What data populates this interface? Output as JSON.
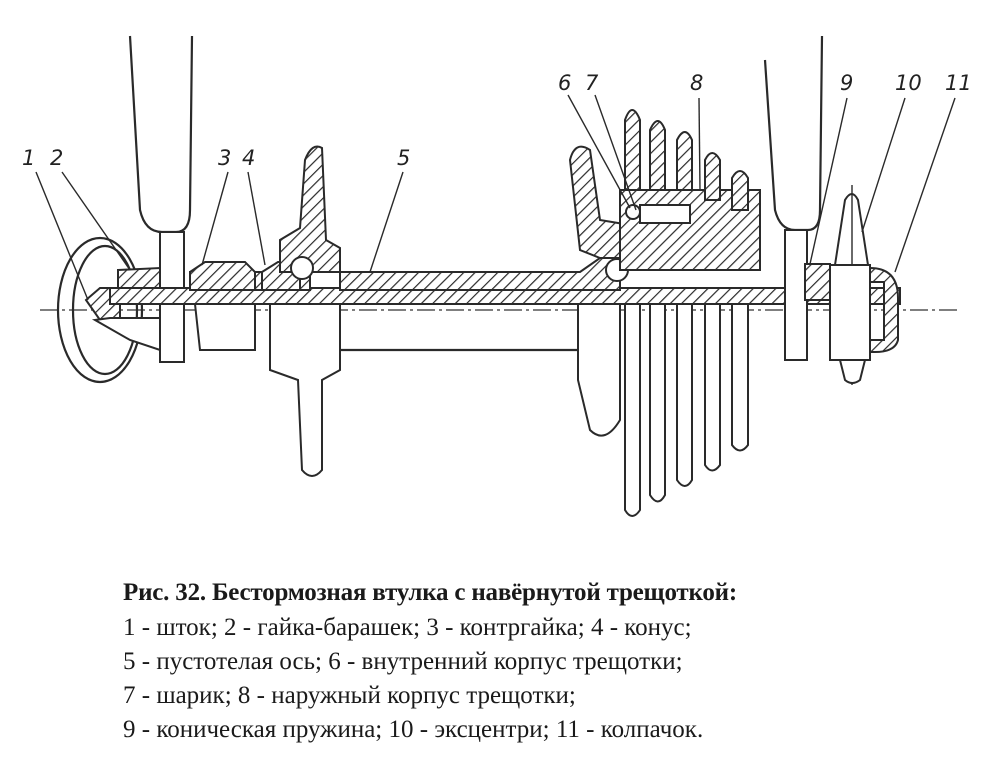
{
  "figure": {
    "labels": [
      "1",
      "2",
      "3",
      "4",
      "5",
      "6",
      "7",
      "8",
      "9",
      "10",
      "11"
    ]
  },
  "caption": {
    "title": "Рис. 32. Бестормозная втулка с навёрнутой трещоткой:",
    "lines": [
      "1 - шток; 2 - гайка-барашек; 3 - контргайка; 4 - конус;",
      "5 - пустотелая ось; 6 - внутренний корпус трещотки;",
      "7 - шарик; 8 - наружный корпус трещотки;",
      "9 - коническая пружина; 10 - эксцентри; 11 - колпачок."
    ],
    "parts": [
      {
        "num": "1",
        "name": "шток"
      },
      {
        "num": "2",
        "name": "гайка-барашек"
      },
      {
        "num": "3",
        "name": "контргайка"
      },
      {
        "num": "4",
        "name": "конус"
      },
      {
        "num": "5",
        "name": "пустотелая ось"
      },
      {
        "num": "6",
        "name": "внутренний корпус трещотки"
      },
      {
        "num": "7",
        "name": "шарик"
      },
      {
        "num": "8",
        "name": "наружный корпус трещотки"
      },
      {
        "num": "9",
        "name": "коническая пружина"
      },
      {
        "num": "10",
        "name": "эксцентри"
      },
      {
        "num": "11",
        "name": "колпачок"
      }
    ]
  }
}
